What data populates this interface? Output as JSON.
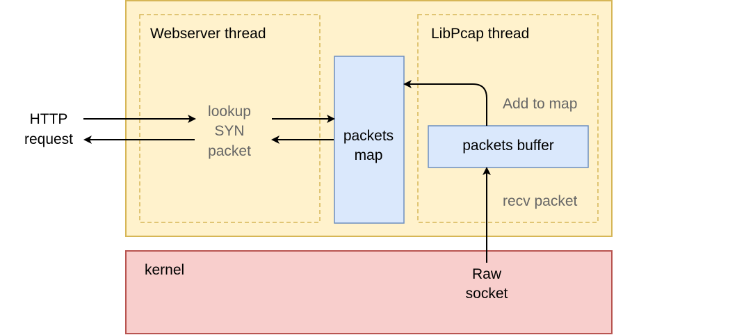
{
  "diagram": {
    "http_request": {
      "line1": "HTTP",
      "line2": "request"
    },
    "outer_container": {
      "fill": "#fff2cc",
      "stroke": "#d6b656"
    },
    "webserver_thread": {
      "title": "Webserver thread"
    },
    "lookup": {
      "line1": "lookup",
      "line2": "SYN",
      "line3": "packet"
    },
    "packets_map": {
      "line1": "packets",
      "line2": "map",
      "fill": "#dae8fc",
      "stroke": "#6c8ebf"
    },
    "libpcap_thread": {
      "title": "LibPcap thread"
    },
    "add_to_map": {
      "label": "Add to map"
    },
    "packets_buffer": {
      "label": "packets buffer",
      "fill": "#dae8fc",
      "stroke": "#6c8ebf"
    },
    "recv_packet": {
      "label": "recv packet"
    },
    "kernel": {
      "label": "kernel",
      "fill": "#f8cecc",
      "stroke": "#b85450"
    },
    "raw_socket": {
      "line1": "Raw",
      "line2": "socket"
    }
  }
}
